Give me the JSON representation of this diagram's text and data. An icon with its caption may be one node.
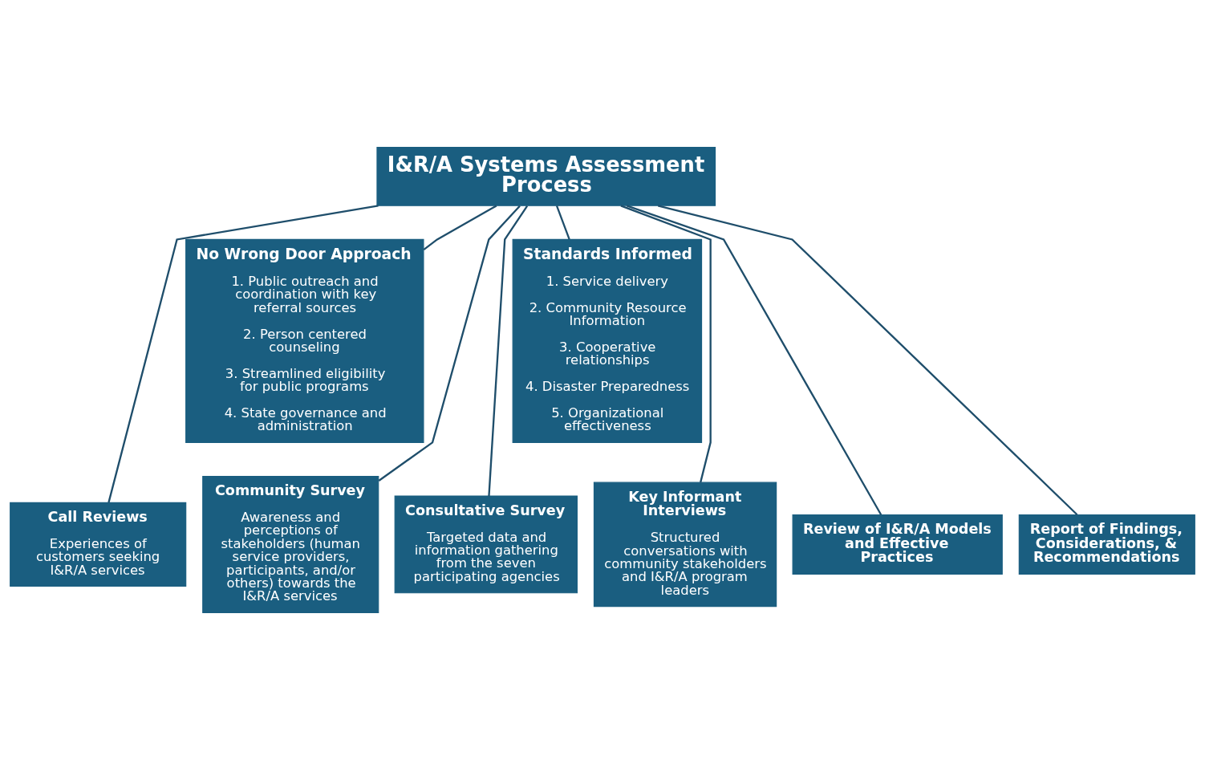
{
  "diagram": {
    "nodes": [
      {
        "text": [
          "I&R/A Systems Assessment Process"
        ]
      },
      {
        "text": [
          "Standards Informed",
          "1. Service delivery",
          "2. Community Resource Information",
          "3. Cooperative relationships",
          "4. Disaster Preparedness",
          "5. Organizational effectiveness"
        ]
      },
      {
        "text": [
          "No Wrong Door Approach",
          "1. Public outreach and coordination with key referral sources",
          "2. Person centered counseling",
          "3. Streamlined eligibility for public programs",
          "4. State governance and administration"
        ]
      },
      {
        "text": [
          "Call Reviews",
          "Experiences of customers seeking I&R/A services"
        ]
      },
      {
        "text": [
          "Community Survey",
          "Awareness and perceptions of stakeholders (human service providers, participants, and/or others) towards the I&R/A services"
        ]
      },
      {
        "text": [
          "Consultative Survey",
          "Targeted data and information gathering from the seven participating agencies"
        ]
      },
      {
        "text": [
          "Key Informant Interviews",
          "Structured conversations with community stakeholders and I&R/A program leaders"
        ]
      },
      {
        "text": [
          "Review of I&R/A Models and Effective Practices"
        ]
      },
      {
        "text": [
          "Report of Findings, Considerations, & Recommendations"
        ]
      }
    ],
    "edges": [
      {
        "from": 0,
        "to": 1,
        "arrow": "none"
      },
      {
        "from": 0,
        "to": 2,
        "arrow": "none"
      },
      {
        "from": 0,
        "to": 3,
        "arrow": "none"
      },
      {
        "from": 0,
        "to": 4,
        "arrow": "none"
      },
      {
        "from": 0,
        "to": 5,
        "arrow": "none"
      },
      {
        "from": 0,
        "to": 6,
        "arrow": "none"
      },
      {
        "from": 0,
        "to": 7,
        "arrow": "none"
      },
      {
        "from": 0,
        "to": 8,
        "arrow": "none"
      }
    ]
  }
}
